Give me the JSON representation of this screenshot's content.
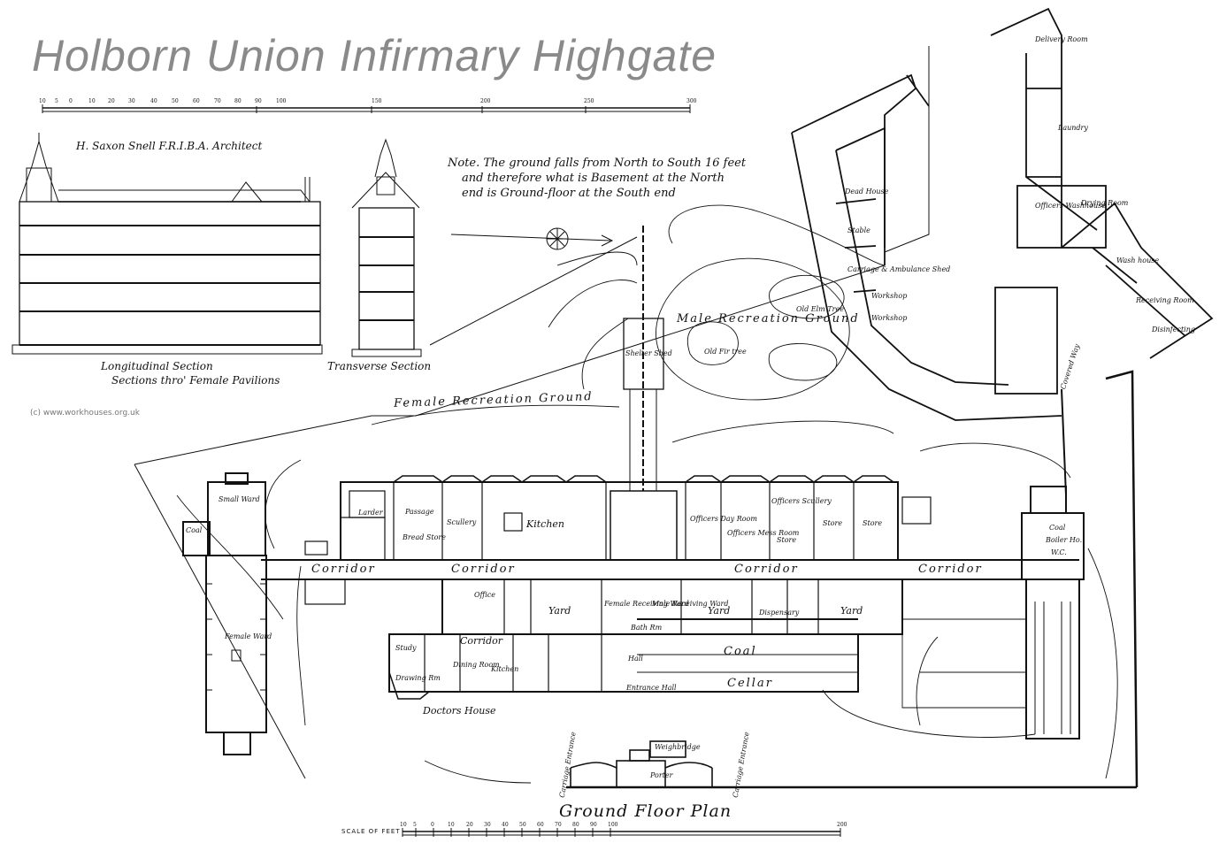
{
  "title": "Holborn Union Infirmary Highgate",
  "copyright": "(c) www.workhouses.org.uk",
  "architect": "H. Saxon Snell F.R.I.B.A. Architect",
  "note": [
    "Note. The ground falls from North to South 16 feet",
    "and therefore what is Basement at the North",
    "end is Ground-floor at the South end"
  ],
  "longitudinal_section": [
    "Longitudinal Section",
    "Sections thro' Female Pavilions"
  ],
  "transverse_section": "Transverse Section",
  "plan_title": "Ground Floor Plan",
  "scale_of_feet": "SCALE OF FEET",
  "labels": {
    "male_recreation": "Male Recreation Ground",
    "female_recreation": "Female Recreation Ground",
    "corridor": "Corridor",
    "kitchen": "Kitchen",
    "scullery": "Scullery",
    "larder": "Larder",
    "passage": "Passage",
    "bread_store": "Bread Store",
    "officers_day_room": "Officers Day Room",
    "officers_mess_room": "Officers Mess Room",
    "officers_scullery": "Officers Scullery",
    "store": "Store",
    "coal": "Coal",
    "cellar": "Cellar",
    "yard": "Yard",
    "doctors_house": "Doctors House",
    "female_ward": "Female Ward",
    "small_ward": "Small Ward",
    "dispensary": "Dispensary",
    "office": "Office",
    "dining_room": "Dining Room",
    "drawing_room": "Drawing Rm",
    "study": "Study",
    "hall": "Hall",
    "entrance_hall": "Entrance Hall",
    "carriage_entrance": "Carriage Entrance",
    "weighbridge": "Weighbridge",
    "porter": "Porter",
    "laundry": "Laundry",
    "wash_house": "Wash house",
    "drying_room": "Drying Room",
    "receiving_room": "Receiving Room",
    "disinfecting": "Disinfecting",
    "workshop": "Workshop",
    "carriage_shed": "Carriage & Ambulance Shed",
    "covered_way": "Covered Way",
    "deadhouse": "Dead House",
    "stable": "Stable",
    "old_elm_tree": "Old Elm Tree",
    "old_fir_tree": "Old Fir tree",
    "shelter_shed": "Shelter Shed",
    "male_receiving": "Male Receiving Ward",
    "female_receiving": "Female Receiving Ward",
    "bath_room": "Bath Rm",
    "kitchen_small": "Kitchen",
    "boiler_room": "Boiler Ho.",
    "wc": "W.C.",
    "delivery_room": "Delivery Room",
    "officers_wash_house": "Officers Washhouse"
  },
  "scale_ticks_top": [
    "10",
    "5",
    "0",
    "10",
    "20",
    "30",
    "40",
    "50",
    "60",
    "70",
    "80",
    "90",
    "100",
    "150",
    "200",
    "250",
    "300"
  ],
  "scale_ticks_bottom": [
    "10",
    "5",
    "0",
    "10",
    "20",
    "30",
    "40",
    "50",
    "60",
    "70",
    "80",
    "90",
    "100",
    "200"
  ]
}
